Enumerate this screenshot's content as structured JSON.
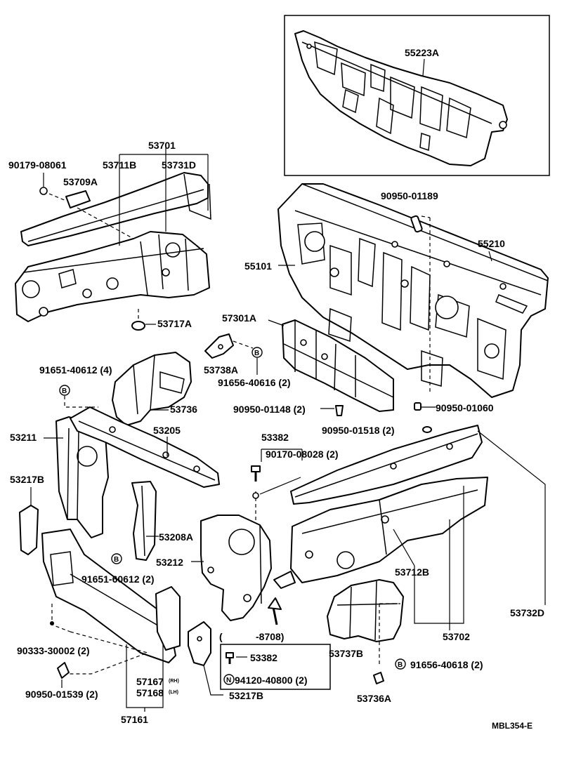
{
  "inset": {
    "label": "55223A"
  },
  "parts": {
    "p53701": "53701",
    "p90179": "90179-08061",
    "p53711b": "53711B",
    "p53731d": "53731D",
    "p53709a": "53709A",
    "p53717a": "53717A",
    "p90950_01189": "90950-01189",
    "p55210": "55210",
    "p55101": "55101",
    "p57301a": "57301A",
    "p53738a": "53738A",
    "p91656_40616": "91656-40616 (2)",
    "p91651_40612": "91651-40612 (4)",
    "p53736": "53736",
    "p90950_01148": "90950-01148 (2)",
    "p90950_01060": "90950-01060",
    "p90950_01518": "90950-01518 (2)",
    "p53211": "53211",
    "p53205": "53205",
    "p53382_top": "53382",
    "p90170_08028": "90170-08028 (2)",
    "p53217b_left": "53217B",
    "p53208a": "53208A",
    "p53212": "53212",
    "p91651_60612": "91651-60612 (2)",
    "p53712b": "53712B",
    "p53732d": "53732D",
    "p8708": "-8708)",
    "p53382_box": "53382",
    "p94120_40800": "94120-40800 (2)",
    "p53737b": "53737B",
    "p91656_40618": "91656-40618 (2)",
    "p53702": "53702",
    "p90333_30002": "90333-30002 (2)",
    "p57167": "57167",
    "p57167_side": "(RH)",
    "p57168": "57168",
    "p57168_side": "(LH)",
    "p90950_01539": "90950-01539 (2)",
    "p53217b_bottom": "53217B",
    "p53736a": "53736A",
    "p57161": "57161",
    "box_open_paren": "("
  },
  "symbols": {
    "bolt_b": "B",
    "nut_n": "N"
  },
  "footer": {
    "code": "MBL354-E"
  }
}
